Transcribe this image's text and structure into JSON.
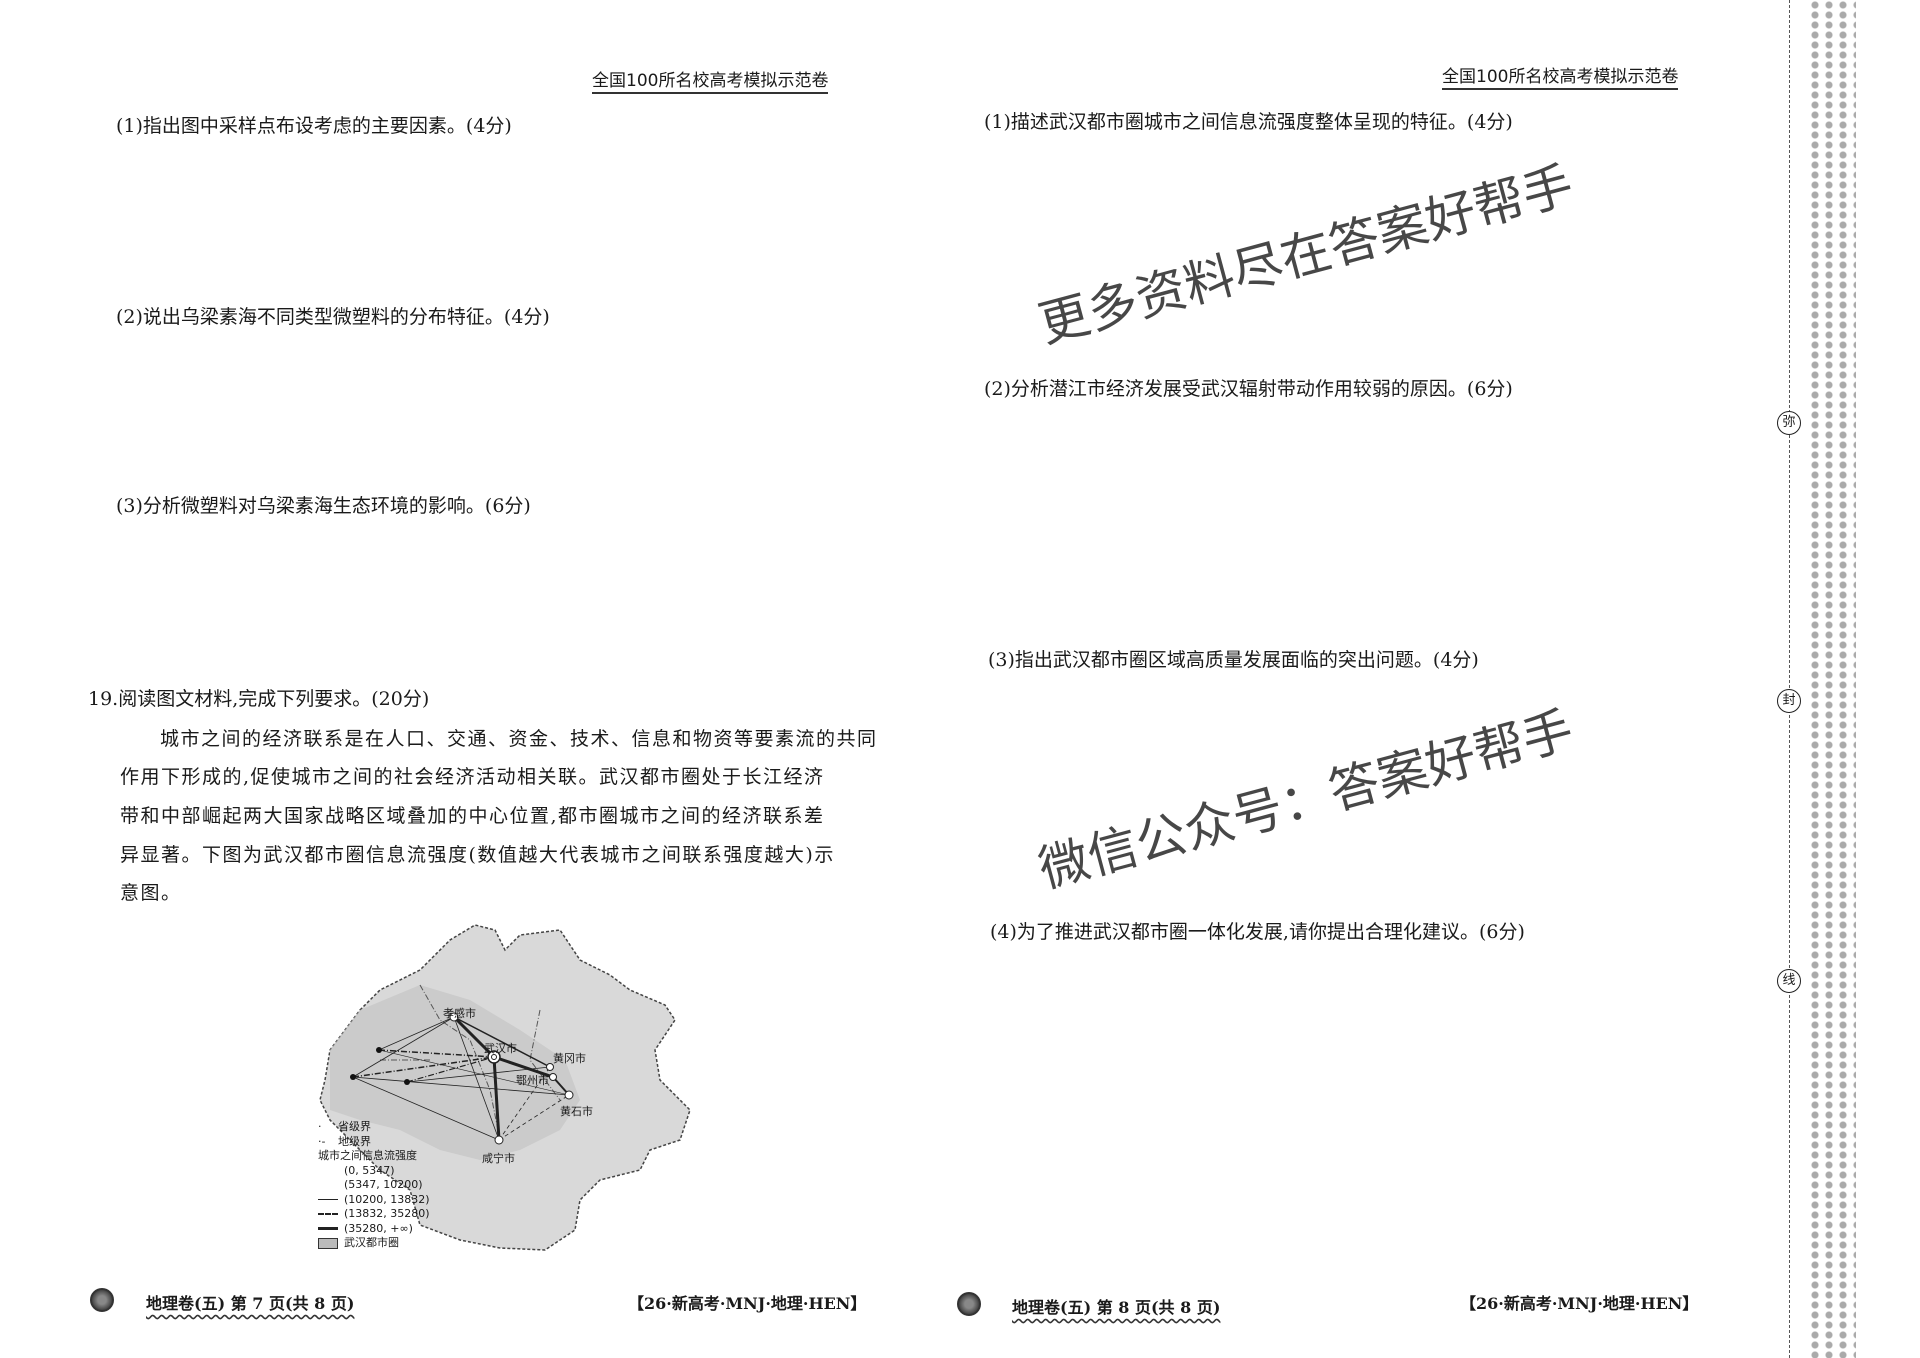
{
  "left_page": {
    "header": "全国100所名校高考模拟示范卷",
    "questions": [
      "(1)指出图中采样点布设考虑的主要因素。(4分)",
      "(2)说出乌梁素海不同类型微塑料的分布特征。(4分)",
      "(3)分析微塑料对乌梁素海生态环境的影响。(6分)"
    ],
    "q19_title": "19.阅读图文材料,完成下列要求。(20分)",
    "q19_lines": [
      "城市之间的经济联系是在人口、交通、资金、技术、信息和物资等要素流的共同",
      "作用下形成的,促使城市之间的社会经济活动相关联。武汉都市圈处于长江经济",
      "带和中部崛起两大国家战略区域叠加的中心位置,都市圈城市之间的经济联系差",
      "异显著。下图为武汉都市圈信息流强度(数值越大代表城市之间联系强度越大)示",
      "意图。"
    ],
    "map": {
      "cities": [
        "孝感市",
        "武汉市",
        "黄冈市",
        "鄂州市",
        "黄石市",
        "咸宁市"
      ],
      "legend": {
        "province_border": "省级界",
        "prefecture_border": "地级界",
        "title": "城市之间信息流强度",
        "ranges": [
          "(0, 5347)",
          "(5347, 10200)",
          "(10200, 13832)",
          "(13832, 35280)",
          "(35280, +∞)"
        ],
        "area": "武汉都市圈"
      }
    },
    "footer_left": "地理卷(五)  第 7 页(共 8 页)",
    "footer_right": "【26·新高考·MNJ·地理·HEN】"
  },
  "right_page": {
    "header": "全国100所名校高考模拟示范卷",
    "questions": [
      "(1)描述武汉都市圈城市之间信息流强度整体呈现的特征。(4分)",
      "(2)分析潜江市经济发展受武汉辐射带动作用较弱的原因。(6分)",
      "(3)指出武汉都市圈区域高质量发展面临的突出问题。(4分)",
      "(4)为了推进武汉都市圈一体化发展,请你提出合理化建议。(6分)"
    ],
    "footer_left": "地理卷(五)  第 8 页(共 8 页)",
    "footer_right": "【26·新高考·MNJ·地理·HEN】"
  },
  "watermark": [
    "更多资料尽在答案好帮手",
    "微信公众号：答案好帮手"
  ],
  "binding_margin": [
    "弥",
    "封",
    "线"
  ]
}
